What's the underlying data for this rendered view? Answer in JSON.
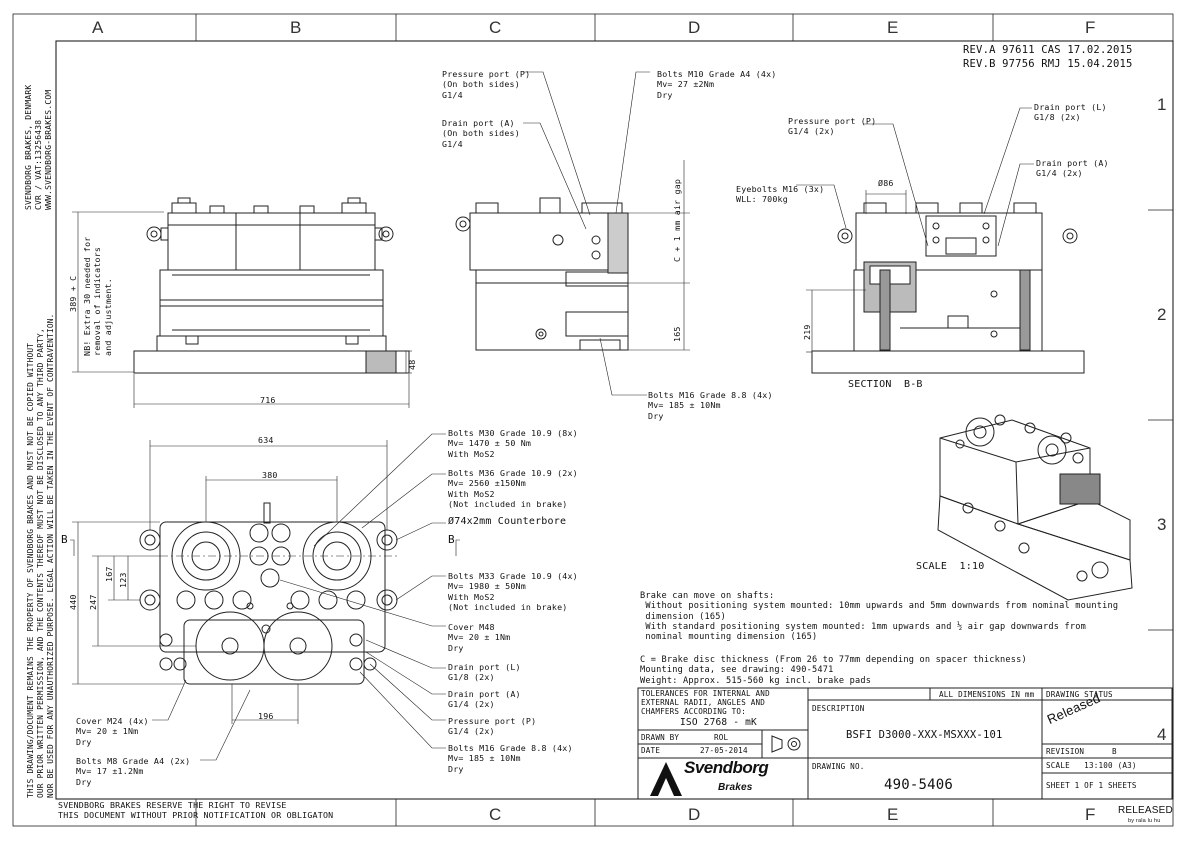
{
  "grid": {
    "cols": [
      "A",
      "B",
      "C",
      "D",
      "E",
      "F"
    ],
    "rows": [
      "1",
      "2",
      "3",
      "4"
    ]
  },
  "revisions": [
    "REV.A 97611 CAS 17.02.2015",
    "REV.B 97756 RMJ 15.04.2015"
  ],
  "side_company": [
    "SVENDBORG BRAKES, DENMARK",
    "CVR / VAT:13256438",
    "WWW.SVENDBORG-BRAKES.COM"
  ],
  "side_notice": [
    "THIS DRAWING/DOCUMENT REMAINS THE PROPERTY OF SVENDBORG BRAKES AND MUST NOT BE COPIED WITHOUT",
    "OUR PRIOR WRITTEN PERMISSION, AND THE CONTENTS THEREOF MUST NOT BE DISCLOSED TO ANY THIRD PARTY,",
    "NOR BE USED FOR ANY UNAUTHORIZED PURPOSE. LEGAL ACTION WILL BE TAKEN IN THE EVENT OF CONTRAVENTION."
  ],
  "callouts": {
    "pressure_port_c": [
      "Pressure port (P)",
      "(On both sides)",
      "G1/4"
    ],
    "drain_port_c": [
      "Drain port (A)",
      "(On both sides)",
      "G1/4"
    ],
    "bolts_m10": [
      "Bolts M10 Grade A4 (4x)",
      "Mv= 27 ±2Nm",
      "Dry"
    ],
    "air_gap": "C + 1 mm air gap",
    "dim_165": "165",
    "bolts_m16_front": [
      "Bolts M16 Grade 8.8 (4x)",
      "Mv= 185 ± 10Nm",
      "Dry"
    ],
    "pressure_port_e": [
      "Pressure port (P)",
      "G1/4 (2x)"
    ],
    "drain_port_l": [
      "Drain port (L)",
      "G1/8 (2x)"
    ],
    "drain_port_a": [
      "Drain port (A)",
      "G1/4 (2x)"
    ],
    "eyebolts": [
      "Eyebolts M16 (3x)",
      "WLL: 700kg"
    ],
    "phi86": "Ø86",
    "dim_219": "219",
    "section": "SECTION  B-B",
    "dim_389": "389 + C",
    "nb_note": [
      "NB! Extra 30 needed for",
      "removal of indicators",
      "and adjustment."
    ],
    "dim_48": "48",
    "dim_716": "716",
    "dim_634": "634",
    "dim_380": "380",
    "dim_440": "440",
    "dim_247": "247",
    "dim_167": "167",
    "dim_123": "123",
    "dim_196": "196",
    "b_mark": "B",
    "bolts_m30": [
      "Bolts M30 Grade 10.9 (8x)",
      "Mv= 1470 ± 50 Nm",
      "With MoS2"
    ],
    "bolts_m36": [
      "Bolts M36 Grade 10.9 (2x)",
      "Mv= 2560 ±150Nm",
      "With MoS2",
      "(Not included in brake)"
    ],
    "counterbore": "Ø74x2mm Counterbore",
    "bolts_m33": [
      "Bolts M33 Grade 10.9 (4x)",
      "Mv= 1980 ± 50Nm",
      "With MoS2",
      "(Not included in brake)"
    ],
    "cover_m48": [
      "Cover M48",
      "Mv= 20 ± 1Nm",
      "Dry"
    ],
    "drain_l_bottom": [
      "Drain port (L)",
      "G1/8 (2x)"
    ],
    "drain_a_bottom": [
      "Drain port (A)",
      "G1/4 (2x)"
    ],
    "pressure_bottom": [
      "Pressure port (P)",
      "G1/4 (2x)"
    ],
    "bolts_m16_bottom": [
      "Bolts M16 Grade 8.8 (4x)",
      "Mv= 185 ± 10Nm",
      "Dry"
    ],
    "cover_m24": [
      "Cover M24 (4x)",
      "Mv= 20 ± 1Nm",
      "Dry"
    ],
    "bolts_m8": [
      "Bolts M8 Grade A4 (2x)",
      "Mv= 17 ±1.2Nm",
      "Dry"
    ],
    "scale_iso": "SCALE  1:10"
  },
  "notes": {
    "shafts": [
      "Brake can move on shafts:",
      " Without positioning system mounted: 10mm upwards and 5mm downwards from nominal mounting",
      " dimension (165)",
      " With standard positioning system mounted: 1mm upwards and ½ air gap downwards from",
      " nominal mounting dimension (165)"
    ],
    "c_def": [
      "C = Brake disc thickness (From 26 to 77mm depending on spacer thickness)",
      "Mounting data, see drawing: 490-5471",
      "Weight: Approx. 515-560 kg incl. brake pads"
    ]
  },
  "footer": [
    "SVENDBORG BRAKES RESERVE THE RIGHT TO REVISE",
    "THIS DOCUMENT WITHOUT PRIOR NOTIFICATION OR OBLIGATON"
  ],
  "title_block": {
    "tolerances": [
      "TOLERANCES FOR INTERNAL AND",
      "EXTERNAL RADII, ANGLES AND",
      "CHAMFERS ACCORDING TO:"
    ],
    "iso": "ISO 2768 - mK",
    "all_dims": "ALL DIMENSIONS IN mm",
    "drawing_status_label": "DRAWING STATUS",
    "status_stamp": "Released",
    "description_label": "DESCRIPTION",
    "description": "BSFI D3000-XXX-MSXXX-101",
    "drawn_by_label": "DRAWN BY",
    "drawn_by": "ROL",
    "date_label": "DATE",
    "date": "27-05-2014",
    "revision_label": "REVISION",
    "revision": "B",
    "logo_main": "Svendborg",
    "logo_sub": "Brakes",
    "drawing_no_label": "DRAWING NO.",
    "drawing_no": "490-5406",
    "scale": "SCALE   13:100 (A3)",
    "sheet": "SHEET 1 OF 1 SHEETS"
  },
  "release_stamp": {
    "main": "RELEASED",
    "sub": "by rala lu hu"
  }
}
